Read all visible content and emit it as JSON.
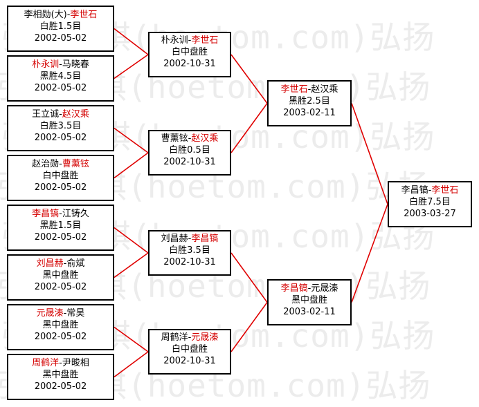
{
  "watermark_rows": [
    "弘扬围棋(hoetom.com)弘扬",
    "弘扬围棋(hoetom.com)弘扬",
    "弘扬围棋(hoetom.com)弘扬",
    "弘扬围棋(hoetom.com)弘扬",
    "弘扬围棋(hoetom.com)弘扬",
    "弘扬围棋(hoetom.com)弘扬",
    "弘扬围棋(hoetom.com)弘扬",
    "弘扬围棋(hoetom.com)弘扬"
  ],
  "matches": [
    {
      "id": "r1m1",
      "first": "李相勋(大)",
      "second": "李世石",
      "winner": "second",
      "result": "白胜1.5目",
      "date": "2002-05-02"
    },
    {
      "id": "r1m2",
      "first": "朴永训",
      "second": "马晓春",
      "winner": "first",
      "result": "黑胜4.5目",
      "date": "2002-05-02"
    },
    {
      "id": "r1m3",
      "first": "王立诚",
      "second": "赵汉乘",
      "winner": "second",
      "result": "白胜3.5目",
      "date": "2002-05-02"
    },
    {
      "id": "r1m4",
      "first": "赵治勋",
      "second": "曹薰铉",
      "winner": "second",
      "result": "白中盘胜",
      "date": "2002-05-02"
    },
    {
      "id": "r1m5",
      "first": "李昌镐",
      "second": "江铸久",
      "winner": "first",
      "result": "黑胜1.5目",
      "date": "2002-05-02"
    },
    {
      "id": "r1m6",
      "first": "刘昌赫",
      "second": "俞斌",
      "winner": "first",
      "result": "黑中盘胜",
      "date": "2002-05-02"
    },
    {
      "id": "r1m7",
      "first": "元晟溱",
      "second": "常昊",
      "winner": "first",
      "result": "黑中盘胜",
      "date": "2002-05-02"
    },
    {
      "id": "r1m8",
      "first": "周鹤洋",
      "second": "尹畯相",
      "winner": "first",
      "result": "黑中盘胜",
      "date": "2002-05-02"
    },
    {
      "id": "r2m1",
      "first": "朴永训",
      "second": "李世石",
      "winner": "second",
      "result": "白中盘胜",
      "date": "2002-10-31"
    },
    {
      "id": "r2m2",
      "first": "曹薰铉",
      "second": "赵汉乘",
      "winner": "second",
      "result": "白胜0.5目",
      "date": "2002-10-31"
    },
    {
      "id": "r2m3",
      "first": "刘昌赫",
      "second": "李昌镐",
      "winner": "second",
      "result": "白胜3.5目",
      "date": "2002-10-31"
    },
    {
      "id": "r2m4",
      "first": "周鹤洋",
      "second": "元晟溱",
      "winner": "second",
      "result": "白中盘胜",
      "date": "2002-10-31"
    },
    {
      "id": "r3m1",
      "first": "李世石",
      "second": "赵汉乘",
      "winner": "first",
      "result": "黑胜2.5目",
      "date": "2003-02-11"
    },
    {
      "id": "r3m2",
      "first": "李昌镐",
      "second": "元晟溱",
      "winner": "first",
      "result": "黑中盘胜",
      "date": "2003-02-11"
    },
    {
      "id": "final",
      "first": "李昌镐",
      "second": "李世石",
      "winner": "second",
      "result": "白胜7.5目",
      "date": "2003-03-27"
    }
  ],
  "separator": "-",
  "colors": {
    "winner": "#d40000",
    "connector": "#e00000",
    "border": "#000000",
    "watermark": "#ececec"
  }
}
